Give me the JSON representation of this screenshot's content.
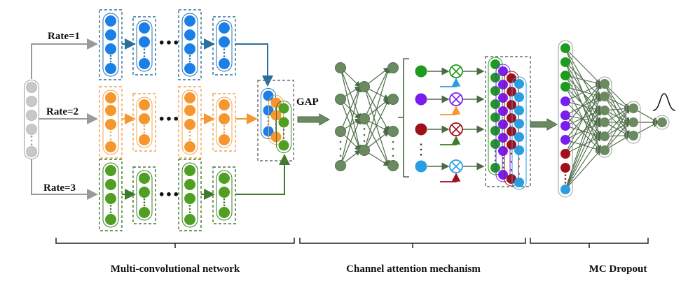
{
  "title": "Multi-convolutional network with channel attention and MC Dropout architecture",
  "colors": {
    "blue": "#1a7fe6",
    "blue_frame": "#2a6f9e",
    "orange": "#f5962f",
    "orange_frame": "#f0a450",
    "green": "#4f9f23",
    "green_frame": "#3f7a2a",
    "gray_node": "#c8c8c8",
    "gray_line": "#9a9a9a",
    "dark_green_node": "#6b8a62",
    "dark_green_line": "#4b6b45",
    "attn_green": "#1e9a1e",
    "attn_purple": "#7a1ef0",
    "attn_red": "#a0101a",
    "attn_cyan": "#2a9ee0",
    "frame_gray": "#6a6a6a",
    "text": "#111111"
  },
  "branches": [
    {
      "label": "Rate=1",
      "color_key": "blue"
    },
    {
      "label": "Rate=2",
      "color_key": "orange"
    },
    {
      "label": "Rate=3",
      "color_key": "green"
    }
  ],
  "ellipsis": "•••",
  "gap_label": "GAP",
  "attention_channels": [
    {
      "color_key": "attn_green",
      "gate_input_color_key": "attn_cyan"
    },
    {
      "color_key": "attn_purple",
      "gate_input_color_key": "orange"
    },
    {
      "color_key": "attn_red",
      "gate_input_color_key": "green_frame"
    },
    {
      "color_key": "attn_cyan",
      "gate_input_color_key": "attn_red"
    }
  ],
  "sections": [
    {
      "label": "Multi-convolutional network"
    },
    {
      "label": "Channel attention mechanism"
    },
    {
      "label": "MC Dropout"
    }
  ]
}
